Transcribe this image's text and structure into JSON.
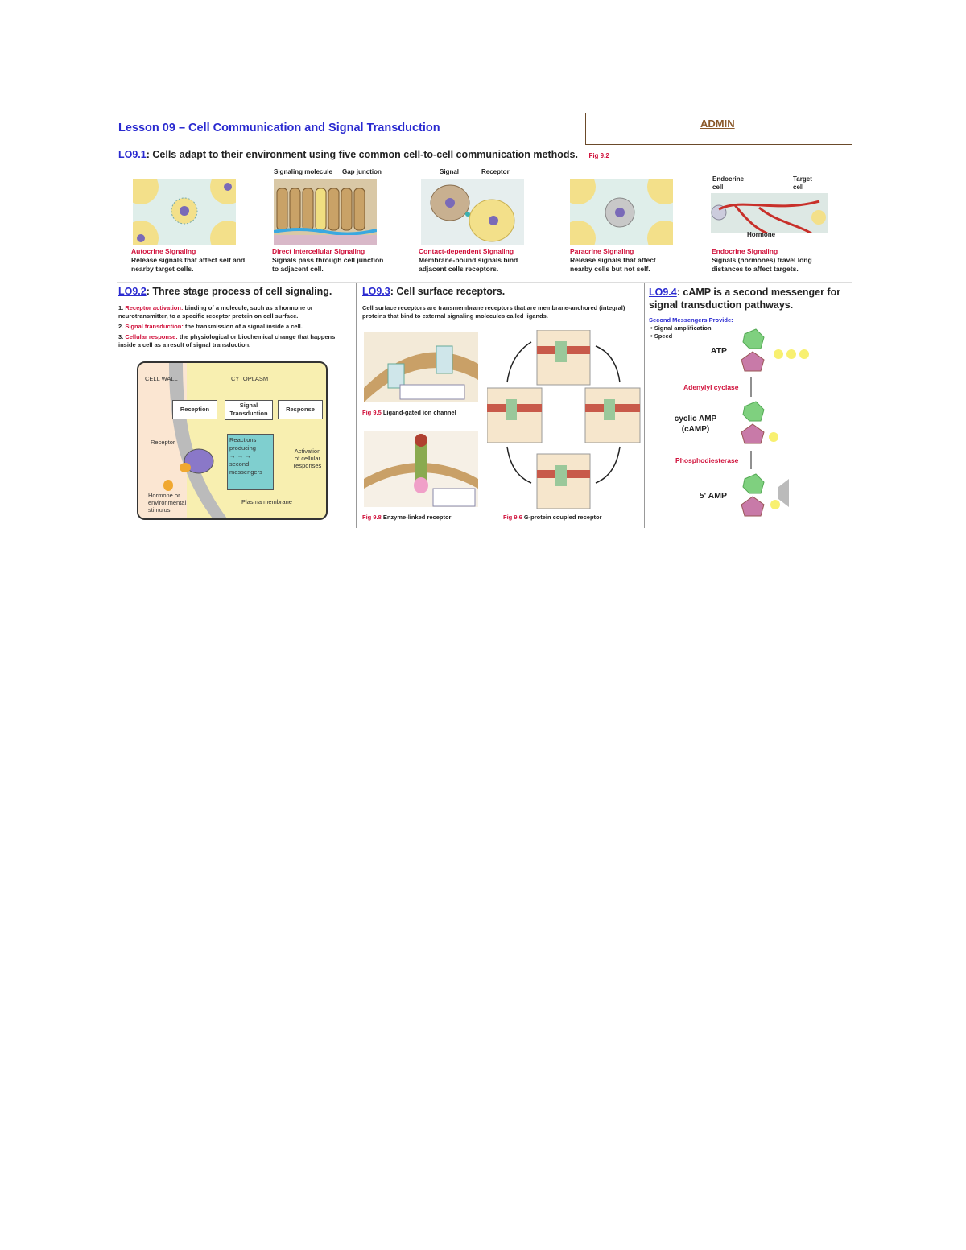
{
  "header": {
    "title": "Lesson 09 – Cell Communication and Signal Transduction",
    "admin_link": "ADMIN"
  },
  "lo1": {
    "code": "LO9.1",
    "text": ": Cells adapt to their environment using five common cell-to-cell communication methods.",
    "fig": "Fig 9.2",
    "labels": {
      "signaling_molecule": "Signaling molecule",
      "gap_junction": "Gap junction",
      "signal": "Signal",
      "receptor": "Receptor",
      "endocrine_cell": "Endocrine cell",
      "target_cell": "Target cell",
      "hormone": "Hormone"
    },
    "methods": [
      {
        "title": "Autocrine Signaling",
        "desc": "Release signals that affect self and nearby target cells."
      },
      {
        "title": "Direct Intercellular Signaling",
        "desc": "Signals pass through cell junction to adjacent cell."
      },
      {
        "title": "Contact-dependent Signaling",
        "desc": "Membrane-bound signals bind adjacent cells receptors."
      },
      {
        "title": "Paracrine Signaling",
        "desc": "Release signals that affect nearby cells but not self."
      },
      {
        "title": "Endocrine Signaling",
        "desc": "Signals  (hormones) travel long distances to affect targets."
      }
    ]
  },
  "lo2": {
    "code": "LO9.2",
    "text": ": Three stage process of cell signaling.",
    "steps": [
      {
        "n": "1. ",
        "term": "Receptor activation:",
        "desc": " binding of a molecule, such as a hormone or neurotransmitter, to a specific receptor protein on cell surface."
      },
      {
        "n": "2. ",
        "term": "Signal transduction:",
        "desc": " the transmission of a signal inside a cell."
      },
      {
        "n": "3. ",
        "term": "Cellular response:",
        "desc": " the physiological or biochemical change that happens inside a cell as a result of signal transduction."
      }
    ],
    "diagram": {
      "cell_wall": "CELL WALL",
      "cytoplasm": "CYTOPLASM",
      "reception": "Reception",
      "transduction": "Signal Transduction",
      "response": "Response",
      "receptor": "Receptor",
      "reactions": "Reactions producing",
      "second": "second messengers",
      "activation": "Activation of cellular responses",
      "hormone": "Hormone or environmental stimulus",
      "membrane": "Plasma membrane"
    }
  },
  "lo3": {
    "code": "LO9.3",
    "text": ": Cell surface receptors.",
    "desc": "Cell surface receptors are transmembrane receptors that are membrane-anchored (integral) proteins that bind to external signaling molecules called ligands.",
    "figs": [
      {
        "fig": "Fig 9.5",
        "label": " Ligand-gated ion channel"
      },
      {
        "fig": "Fig 9.8",
        "label": " Enzyme-linked receptor"
      },
      {
        "fig": "Fig 9.6",
        "label": " G-protein coupled receptor"
      }
    ]
  },
  "lo4": {
    "code": "LO9.4",
    "text": ": cAMP is a second messenger for signal transduction pathways.",
    "provide": "Second Messengers Provide:",
    "bullets": [
      "Signal amplification",
      "Speed"
    ],
    "molecules": [
      "ATP",
      "cyclic AMP\n(cAMP)",
      "5' AMP"
    ],
    "enzymes": [
      "Adenylyl cyclase",
      "Phosphodiesterase"
    ]
  }
}
